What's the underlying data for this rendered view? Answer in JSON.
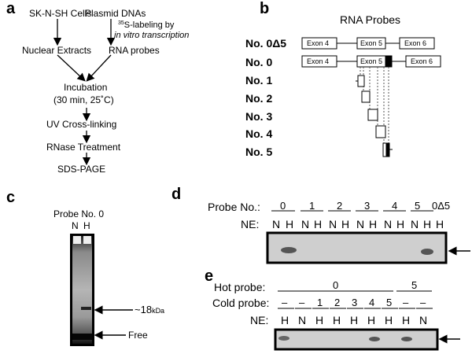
{
  "panels": {
    "a": {
      "letter": "a",
      "cells": "SK-N-SH Cells",
      "plasmid": "Plasmid DNAs",
      "labeling_sup": "35",
      "labeling_line1": "S-labeling by",
      "labeling_line2": "in vitro transcription",
      "extracts": "Nuclear Extracts",
      "probes": "RNA probes",
      "incubation": "Incubation",
      "incubation_cond": "(30 min, 25˚C)",
      "uv": "UV Cross-linking",
      "rnase": "RNase Treatment",
      "sds": "SDS-PAGE"
    },
    "b": {
      "letter": "b",
      "title": "RNA Probes",
      "probes": [
        "No. 0Δ5",
        "No. 0",
        "No. 1",
        "No. 2",
        "No. 3",
        "No. 4",
        "No. 5"
      ],
      "exons": [
        "Exon 4",
        "Exon 5",
        "Exon 6"
      ]
    },
    "c": {
      "letter": "c",
      "title": "Probe No. 0",
      "lanes": [
        "N",
        "H"
      ],
      "band_label_prefix": "~",
      "band_label_value": "18",
      "band_label_unit": "kDa",
      "free_label": "Free"
    },
    "d": {
      "letter": "d",
      "probe_label": "Probe No.:",
      "probes": [
        "0",
        "1",
        "2",
        "3",
        "4",
        "5",
        "0Δ5"
      ],
      "ne_label": "NE:",
      "ne_lanes": [
        "N",
        "H",
        "N",
        "H",
        "N",
        "H",
        "N",
        "H",
        "N",
        "H",
        "N",
        "H",
        "H"
      ]
    },
    "e": {
      "letter": "e",
      "hot_label": "Hot probe:",
      "hot_values": [
        "0",
        "5"
      ],
      "cold_label": "Cold probe:",
      "cold_values": [
        "–",
        "–",
        "1",
        "2",
        "3",
        "4",
        "5",
        "–",
        "–"
      ],
      "ne_label": "NE:",
      "ne_lanes": [
        "H",
        "N",
        "H",
        "H",
        "H",
        "H",
        "H",
        "H",
        "N"
      ]
    }
  }
}
